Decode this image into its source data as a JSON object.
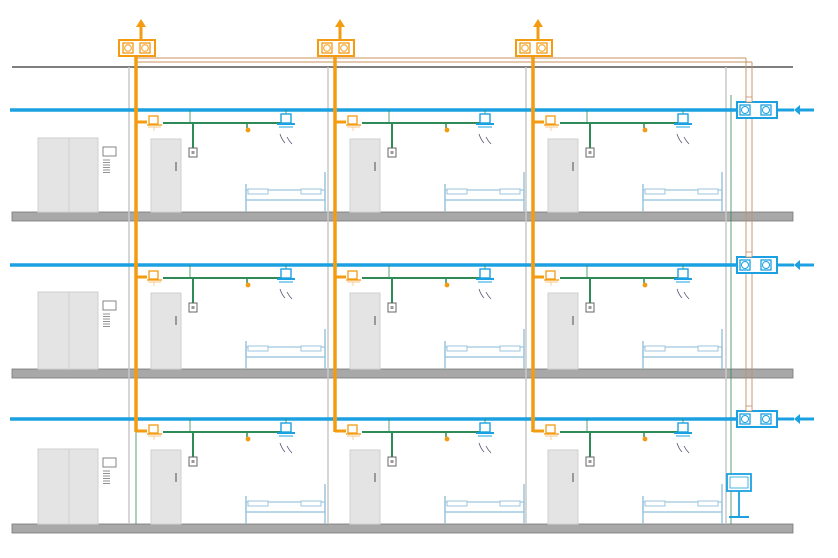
{
  "diagram": {
    "type": "building ventilation schematic",
    "floors": 3,
    "rooms_per_floor": 3,
    "colors": {
      "exhaust_duct": "#f39c12",
      "supply_duct": "#1ba1e2",
      "control_line": "#2e8b57",
      "structure": "#7f7f7f",
      "slab": "#9e9e9e",
      "outline": "#c8c8c8",
      "fixture_fill": "#e4e4e4",
      "bed_line": "#9bc5de"
    },
    "icons": {
      "exhaust_unit": "exhaust-fan-unit-icon",
      "supply_unit": "supply-fan-unit-icon",
      "exhaust_grille": "exhaust-grille-icon",
      "supply_diffuser": "supply-diffuser-icon",
      "room_sensor": "room-sensor-icon",
      "control_panel": "control-panel-icon"
    }
  }
}
